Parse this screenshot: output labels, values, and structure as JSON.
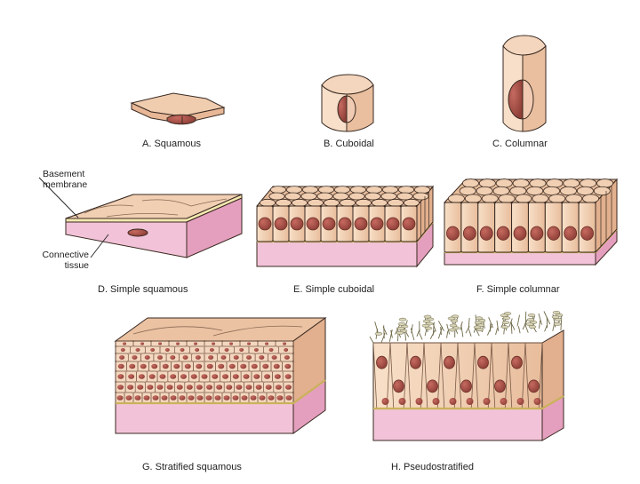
{
  "captions": {
    "a": "A. Squamous",
    "b": "B. Cuboidal",
    "c": "C. Columnar",
    "d": "D. Simple squamous",
    "e": "E. Simple cuboidal",
    "f": "F. Simple columnar",
    "g": "G. Stratified squamous",
    "h": "H. Pseudostratified"
  },
  "labels": {
    "basement_line1": "Basement",
    "basement_line2": "membrane",
    "connective_line1": "Connective",
    "connective_line2": "tissue"
  },
  "colors": {
    "cell_fill": "#f6d8bf",
    "cell_shade": "#e2b08e",
    "nucleus": "#a8524a",
    "nucleus_outline": "#6b2f28",
    "connective": "#f2c3d8",
    "connective_side": "#e59fbe",
    "basement": "#f4e8b0",
    "outline": "#3a2a22"
  }
}
